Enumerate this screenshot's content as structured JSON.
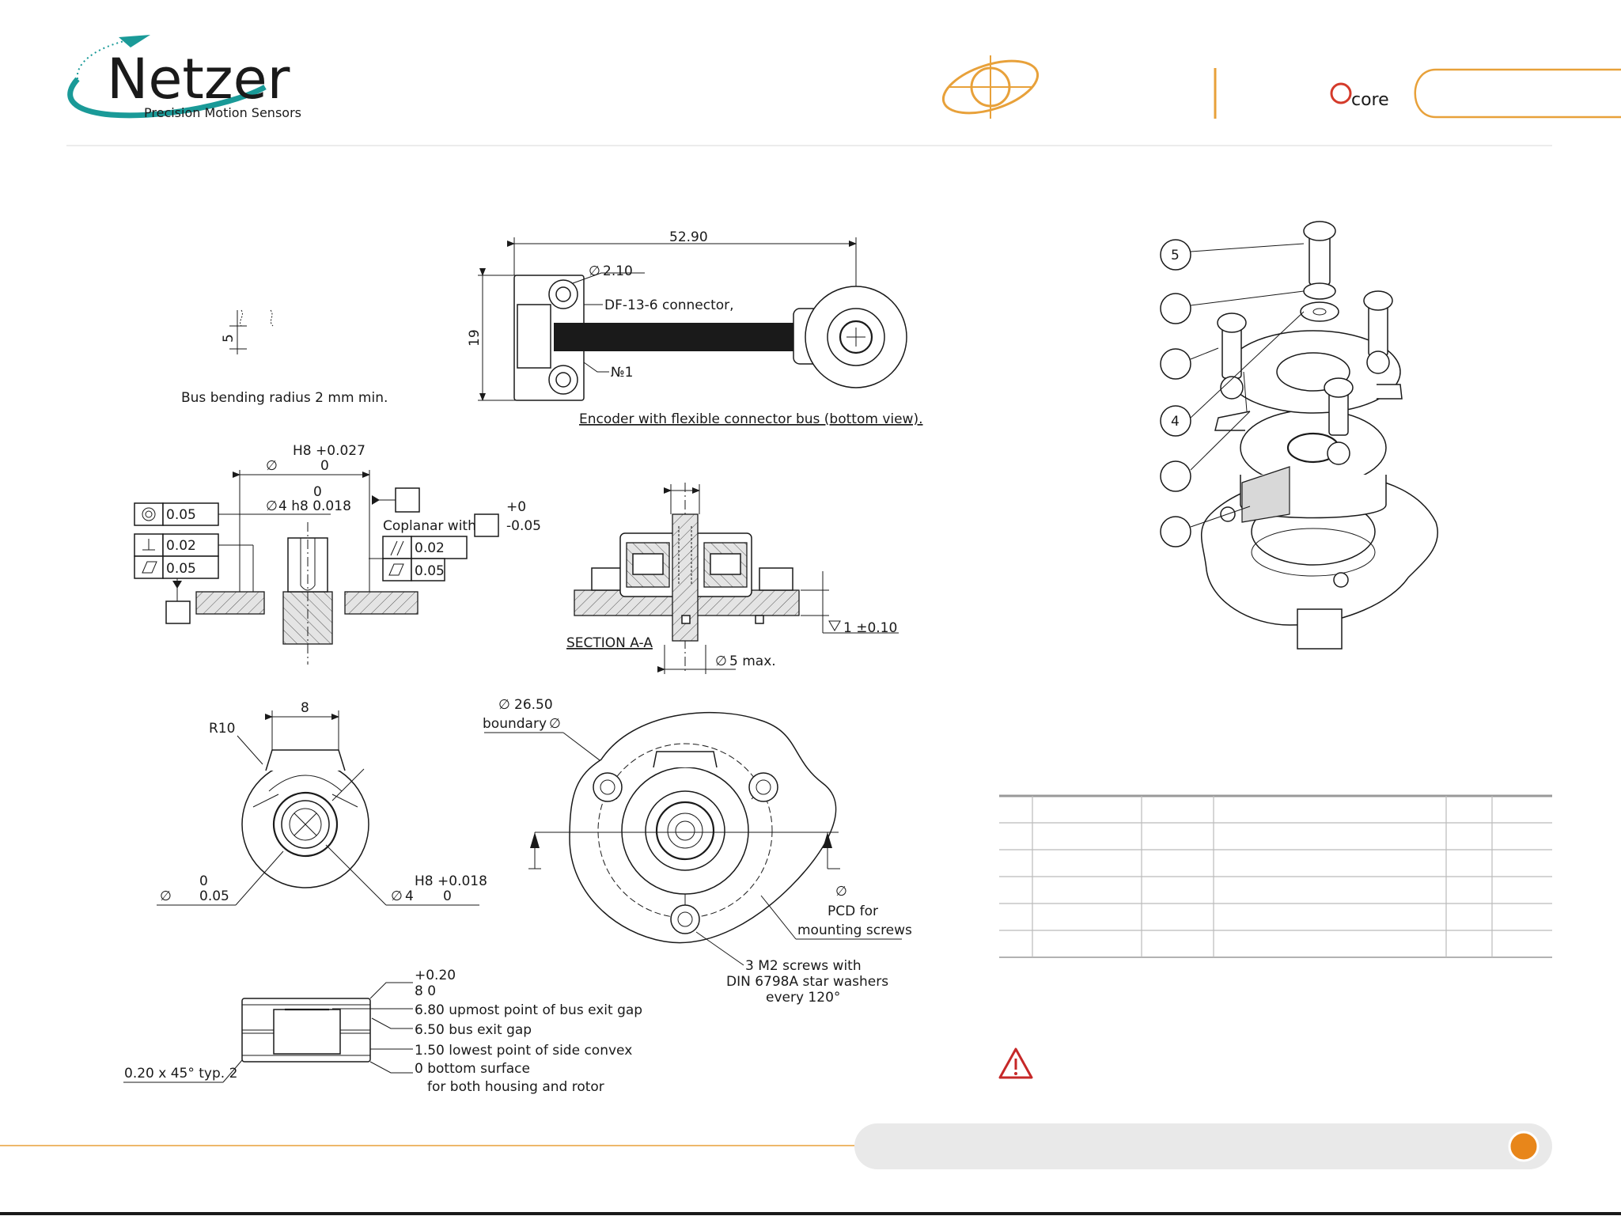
{
  "brand": {
    "name": "Netzer",
    "tagline": "Precision Motion Sensors",
    "accent_teal": "#1a9a98",
    "accent_orange": "#e8a13a",
    "qcore_label": "core"
  },
  "drawing": {
    "bus_bending": {
      "dim": "5",
      "caption": "Bus bending radius 2 mm min."
    },
    "bottom_view": {
      "length": "52.90",
      "height": "19",
      "hole_dia": "2.10",
      "connector": "DF-13-6 connector,",
      "pin_one": "№1",
      "caption": "Encoder with flexible connector bus (bottom view)."
    },
    "tolerances": {
      "bore_fit_top": "H8 +0.027",
      "bore_fit_bottom": "0",
      "shaft_zero": "0",
      "shaft_fit": "4 h8  0.018",
      "concentricity": "0.05",
      "perpendicularity": "0.02",
      "flatness_left": "0.05",
      "coplanar_label": "Coplanar with",
      "coplanar_plus": "+0",
      "coplanar_minus": "-0.05",
      "parallelism": "0.02",
      "flatness_right": "0.05"
    },
    "section": {
      "label": "SECTION A-A",
      "depth": "1 ±0.10",
      "max_dia": "5 max."
    },
    "rotor_view": {
      "width": "8",
      "radius": "R10",
      "zero": "0",
      "dia_tol": "0.05",
      "bore_fit": "H8 +0.018",
      "bore_dia": "4",
      "bore_zero": "0"
    },
    "mount_view": {
      "dia": "26.50",
      "boundary": "boundary",
      "pcd_line1": "PCD for",
      "pcd_line2": "mounting screws",
      "screws_line1": "3 M2 screws with",
      "screws_line2": "DIN 6798A star washers",
      "screws_line3": "every 120°"
    },
    "side_view": {
      "top_tol": "+0.20",
      "top_val": "8   0",
      "upmost": "6.80  upmost point of bus exit gap",
      "bus_exit": "6.50  bus exit gap",
      "lowest": "1.50  lowest point of side convex",
      "bottom": "0  bottom surface",
      "both": "for both housing and rotor",
      "chamfer": "0.20 x 45° typ. 2"
    },
    "exploded": {
      "callout_5": "5",
      "callout_4": "4"
    }
  }
}
